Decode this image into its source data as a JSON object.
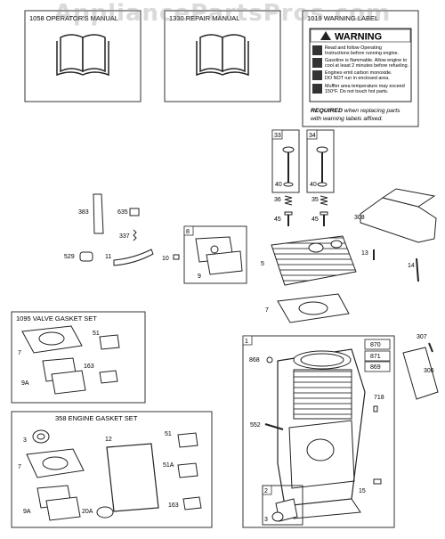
{
  "watermark": "AppliancePartsPros.com",
  "boxes": {
    "operators_manual": "1058 OPERATOR'S MANUAL",
    "repair_manual": "1330 REPAIR MANUAL",
    "warning_label": "1019 WARNING LABEL",
    "valve_gasket_set": "1095 VALVE GASKET SET",
    "engine_gasket_set": "358 ENGINE GASKET SET"
  },
  "warning": {
    "title": "WARNING",
    "lines": [
      [
        "Read and follow Operating",
        "Instructions before running engine."
      ],
      [
        "Gasoline is flammable. Allow engine to",
        "cool at least 2 minutes before refueling."
      ],
      [
        "Engines emit carbon monoxide.",
        "DO NOT run in enclosed area."
      ],
      [
        "Muffler area temperature may exceed",
        "150°F. Do not touch hot parts."
      ]
    ],
    "required_bold": "REQUIRED",
    "required_rest": " when replacing parts",
    "required_line2": "with warning labels affixed."
  },
  "parts": {
    "p33": "33",
    "p34": "34",
    "p40a": "40",
    "p40b": "40",
    "p36": "36",
    "p35": "35",
    "p45a": "45",
    "p45b": "45",
    "p308": "308",
    "p383": "383",
    "p635": "635",
    "p337": "337",
    "p529": "529",
    "p11": "11",
    "p10": "10",
    "p8": "8",
    "p9": "9",
    "p5": "5",
    "p13": "13",
    "p14": "14",
    "p7": "7",
    "v7": "7",
    "v51": "51",
    "v163": "163",
    "v9a": "9A",
    "e3": "3",
    "e7": "7",
    "e12": "12",
    "e51": "51",
    "e51a": "51A",
    "e163": "163",
    "e9a": "9A",
    "e20a": "20A",
    "b1": "1",
    "b868": "868",
    "b870": "870",
    "b871": "871",
    "b869": "869",
    "b718": "718",
    "b552": "552",
    "b2": "2",
    "b3": "3",
    "b15": "15",
    "p307": "307",
    "p306": "306"
  }
}
